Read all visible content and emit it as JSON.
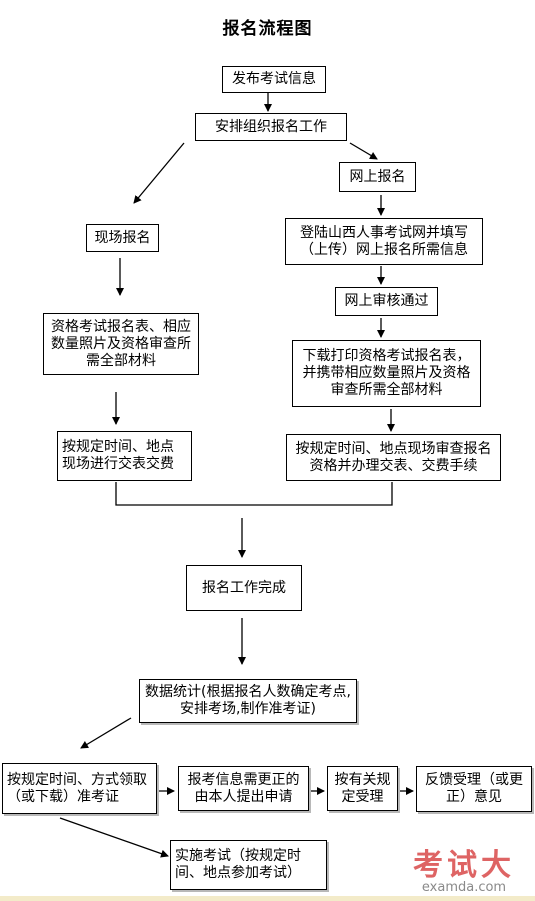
{
  "title": "报名流程图",
  "nodes": {
    "publish": "发布考试信息",
    "arrange": "安排组织报名工作",
    "onsite": "现场报名",
    "online": "网上报名",
    "login": "登陆山西人事考试网并填写（上传）网上报名所需信息",
    "materials_onsite": "资格考试报名表、相应数量照片及资格审查所需全部材料",
    "review": "网上审核通过",
    "download": "下载打印资格考试报名表，并携带相应数量照片及资格审查所需全部材料",
    "pay_onsite": "按规定时间、地点现场进行交表交费",
    "pay_online": "按规定时间、地点现场审查报名资格并办理交表、交费手续",
    "complete": "报名工作完成",
    "stats": "数据统计(根据报名人数确定考点,安排考场,制作准考证)",
    "ticket": "按规定时间、方式领取（或下载）准考证",
    "correction": "报考信息需更正的由本人提出申请",
    "accept": "按有关规定受理",
    "feedback": "反馈受理（或更正）意见",
    "exam": "实施考试（按规定时间、地点参加考试）"
  },
  "watermark": {
    "logo": "考试大",
    "url": "examda.com"
  }
}
